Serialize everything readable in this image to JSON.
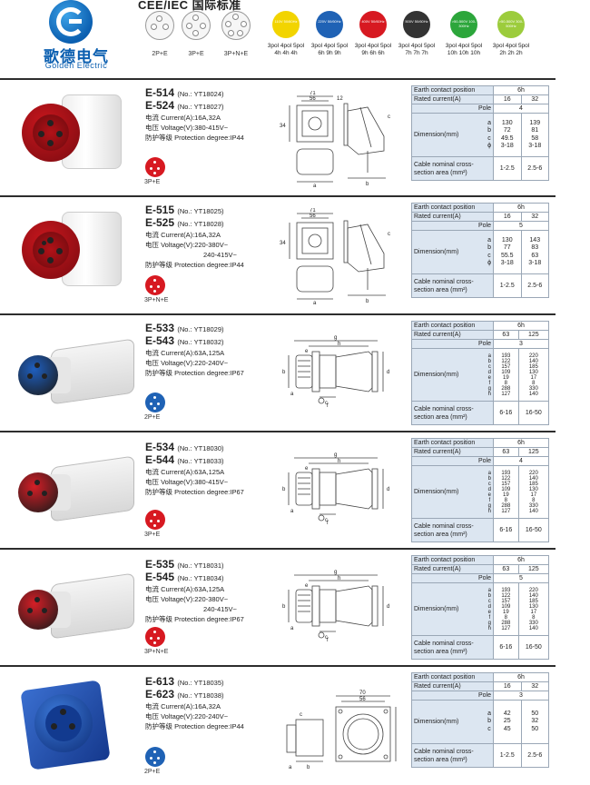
{
  "brand": {
    "name_cn": "歌德电气",
    "name_en": "Golden Electric"
  },
  "standard_title": "CEE/IEC 国际标准",
  "sockets": [
    {
      "label": "2P+E"
    },
    {
      "label": "3P+E"
    },
    {
      "label": "3P+N+E"
    }
  ],
  "voltages": [
    {
      "color": "#f2d400",
      "text": "110V 50/60Hz",
      "poles": "3pol 4pol 5pol",
      "hours": "4h  4h  4h"
    },
    {
      "color": "#1f62b5",
      "text": "220V 50/60Hz",
      "poles": "3pol 4pol 5pol",
      "hours": "6h  9h  9h"
    },
    {
      "color": "#d71921",
      "text": "400V 50/60Hz",
      "poles": "3pol 4pol 5pol",
      "hours": "9h  6h  6h"
    },
    {
      "color": "#333333",
      "text": "500V 50/60Hz",
      "poles": "3pol 4pol 5pol",
      "hours": "7h  7h  7h"
    },
    {
      "color": "#2ca63b",
      "text": ">50-500V 100-300Hz",
      "poles": "3pol 4pol 5pol",
      "hours": "10h 10h 10h"
    },
    {
      "color": "#9ccc3c",
      "text": ">50-500V 300-500Hz",
      "poles": "3pol 4pol 5pol",
      "hours": "2h  2h  2h"
    }
  ],
  "labels": {
    "earth": "Earth contact position",
    "rated": "Rated current(A)",
    "pole": "Pole",
    "dimension": "Dimension(mm)",
    "cable": "Cable nominal cross-section area (mm²)"
  },
  "products": [
    {
      "model1": "E-514",
      "no1": "(No.: YT18024)",
      "model2": "E-524",
      "no2": "(No.: YT18027)",
      "current": "电流 Current(A):16A,32A",
      "voltage": "电压 Voltage(V):380-415V~",
      "voltage2": "",
      "protection": "防护等级 Protection degree:IP44",
      "type": "3P+E",
      "earth": "6h",
      "rated": [
        "16",
        "32"
      ],
      "pole": "4",
      "dim_keys": [
        "a",
        "b",
        "c",
        "ϕ"
      ],
      "dim_vals": [
        [
          "130",
          "72",
          "49.5",
          "3-18"
        ],
        [
          "139",
          "81",
          "58",
          "3-18"
        ]
      ],
      "cable": [
        "1-2.5",
        "2.5-6"
      ],
      "draw_labels": [
        "71",
        "56",
        "34",
        "12",
        "a",
        "b",
        "c"
      ]
    },
    {
      "model1": "E-515",
      "no1": "(No.: YT18025)",
      "model2": "E-525",
      "no2": "(No.: YT18028)",
      "current": "电流 Current(A):16A,32A",
      "voltage": "电压 Voltage(V):220-380V~",
      "voltage2": "240-415V~",
      "protection": "防护等级 Protection degree:IP44",
      "type": "3P+N+E",
      "earth": "6h",
      "rated": [
        "16",
        "32"
      ],
      "pole": "5",
      "dim_keys": [
        "a",
        "b",
        "c",
        "ϕ"
      ],
      "dim_vals": [
        [
          "130",
          "77",
          "55.5",
          "3-18"
        ],
        [
          "143",
          "83",
          "63",
          "3-18"
        ]
      ],
      "cable": [
        "1-2.5",
        "2.5-6"
      ],
      "draw_labels": [
        "71",
        "56",
        "34",
        "a",
        "b",
        "c"
      ]
    },
    {
      "model1": "E-533",
      "no1": "(No.: YT18029)",
      "model2": "E-543",
      "no2": "(No.: YT18032)",
      "current": "电流 Current(A):63A,125A",
      "voltage": "电压 Voltage(V):220-240V~",
      "voltage2": "",
      "protection": "防护等级 Protection degree:IP67",
      "type": "2P+E",
      "earth": "6h",
      "rated": [
        "63",
        "125"
      ],
      "pole": "3",
      "dim_keys": [
        "a",
        "b",
        "c",
        "d",
        "e",
        "f",
        "g",
        "h"
      ],
      "dim_vals": [
        [
          "193",
          "122",
          "157",
          "109",
          "19",
          "8",
          "288",
          "127"
        ],
        [
          "220",
          "140",
          "185",
          "130",
          "17",
          "8",
          "330",
          "140"
        ]
      ],
      "cable": [
        "6-16",
        "16-50"
      ],
      "draw_labels": [
        "g",
        "h",
        "e",
        "b",
        "a",
        "c",
        "d",
        "f"
      ]
    },
    {
      "model1": "E-534",
      "no1": "(No.: YT18030)",
      "model2": "E-544",
      "no2": "(No.: YT18033)",
      "current": "电流 Current(A):63A,125A",
      "voltage": "电压 Voltage(V):380-415V~",
      "voltage2": "",
      "protection": "防护等级 Protection degree:IP67",
      "type": "3P+E",
      "earth": "6h",
      "rated": [
        "63",
        "125"
      ],
      "pole": "4",
      "dim_keys": [
        "a",
        "b",
        "c",
        "d",
        "e",
        "f",
        "g",
        "h"
      ],
      "dim_vals": [
        [
          "193",
          "122",
          "157",
          "109",
          "19",
          "8",
          "288",
          "127"
        ],
        [
          "220",
          "140",
          "185",
          "130",
          "17",
          "8",
          "330",
          "140"
        ]
      ],
      "cable": [
        "6-16",
        "16-50"
      ],
      "draw_labels": [
        "g",
        "h",
        "e",
        "b",
        "a",
        "c",
        "d",
        "f"
      ]
    },
    {
      "model1": "E-535",
      "no1": "(No.: YT18031)",
      "model2": "E-545",
      "no2": "(No.: YT18034)",
      "current": "电流 Current(A):63A,125A",
      "voltage": "电压 Voltage(V):220-380V~",
      "voltage2": "240-415V~",
      "protection": "防护等级 Protection degree:IP67",
      "type": "3P+N+E",
      "earth": "6h",
      "rated": [
        "63",
        "125"
      ],
      "pole": "5",
      "dim_keys": [
        "a",
        "b",
        "c",
        "d",
        "e",
        "f",
        "g",
        "h"
      ],
      "dim_vals": [
        [
          "193",
          "122",
          "157",
          "109",
          "19",
          "8",
          "288",
          "127"
        ],
        [
          "220",
          "140",
          "185",
          "130",
          "17",
          "8",
          "330",
          "140"
        ]
      ],
      "cable": [
        "6-16",
        "16-50"
      ],
      "draw_labels": [
        "g",
        "h",
        "e",
        "b",
        "a",
        "c",
        "d",
        "f"
      ]
    },
    {
      "model1": "E-613",
      "no1": "(No.: YT18035)",
      "model2": "E-623",
      "no2": "(No.: YT18038)",
      "current": "电流 Current(A):16A,32A",
      "voltage": "电压 Voltage(V):220-240V~",
      "voltage2": "",
      "protection": "防护等级 Protection degree:IP44",
      "type": "2P+E",
      "earth": "6h",
      "rated": [
        "16",
        "32"
      ],
      "pole": "3",
      "dim_keys": [
        "a",
        "b",
        "c"
      ],
      "dim_vals": [
        [
          "42",
          "25",
          "45"
        ],
        [
          "50",
          "32",
          "50"
        ]
      ],
      "cable": [
        "1-2.5",
        "2.5-6"
      ],
      "draw_labels": [
        "70",
        "56",
        "a",
        "b",
        "c"
      ]
    }
  ]
}
